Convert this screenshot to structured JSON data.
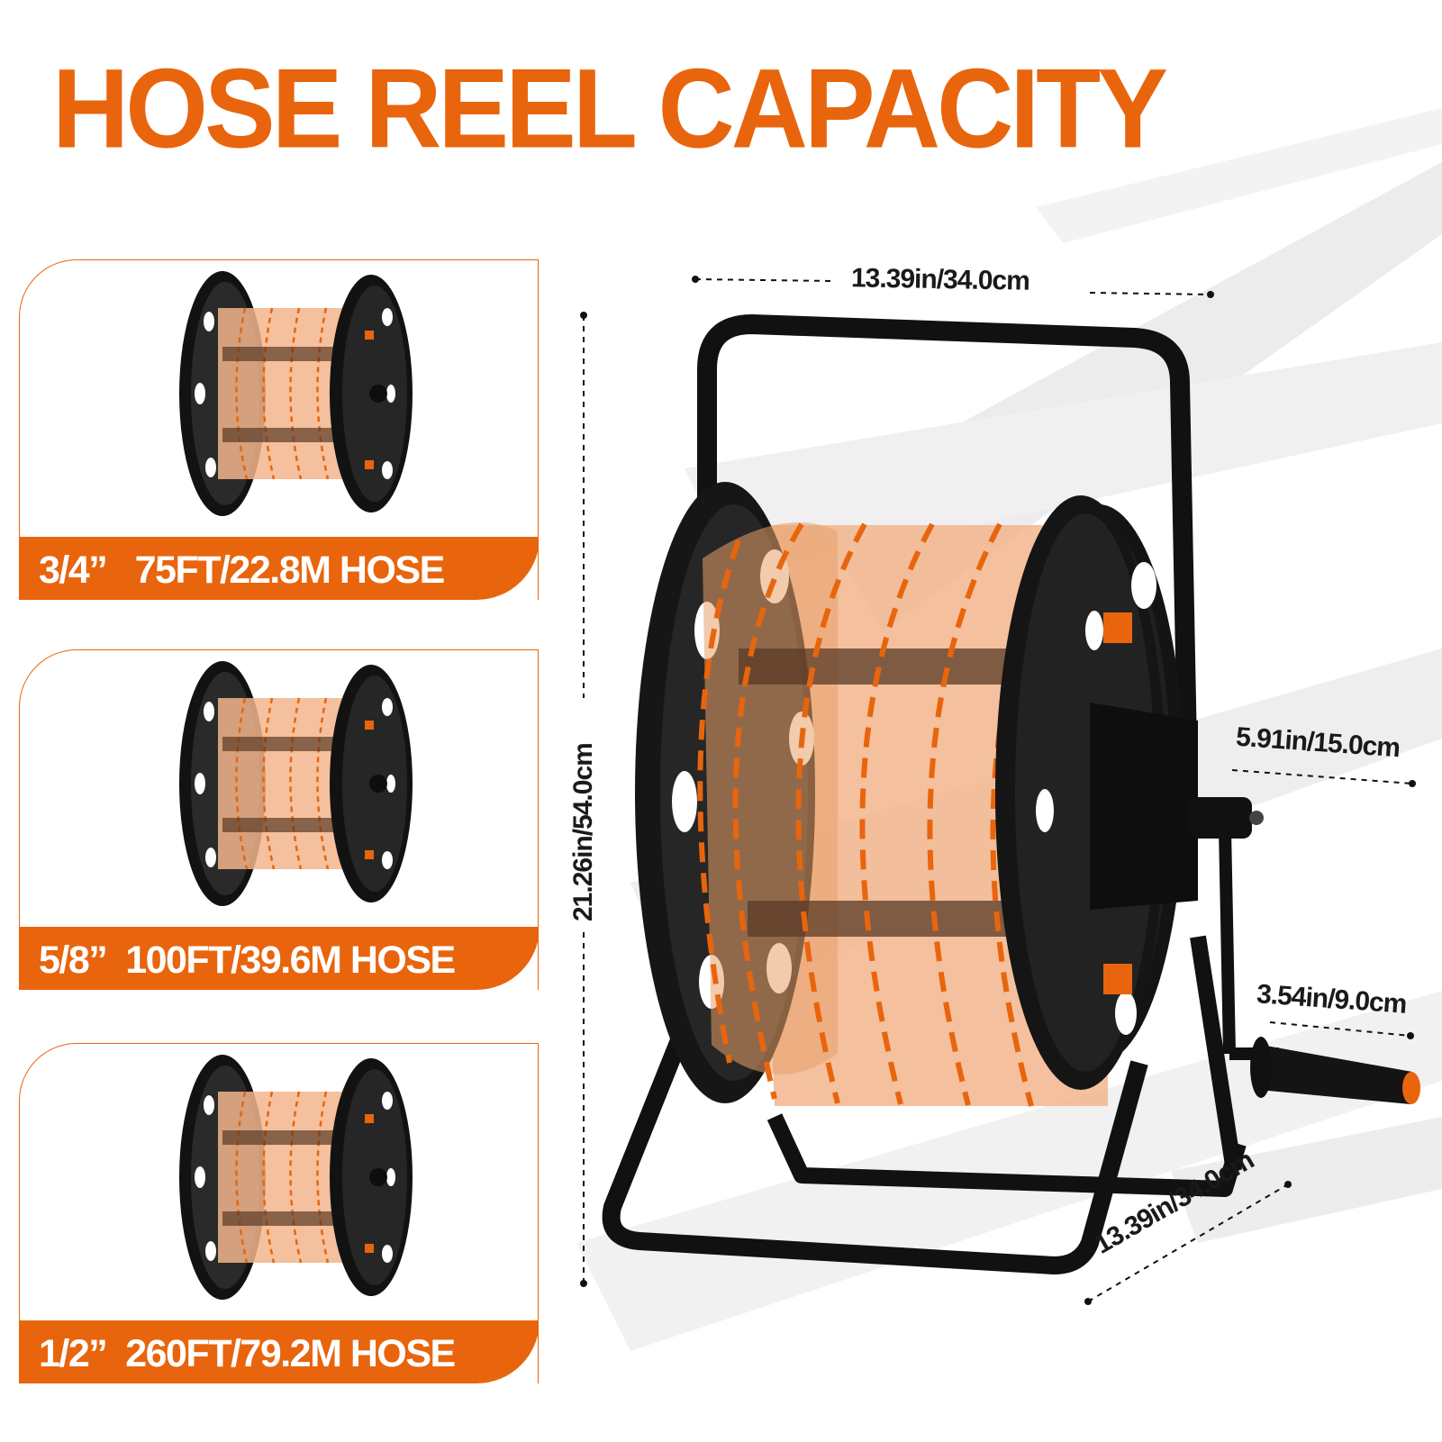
{
  "title": "HOSE REEL CAPACITY",
  "colors": {
    "accent": "#E8650D",
    "hose_fill": "#F2B58C",
    "frame": "#111111"
  },
  "capacities": [
    {
      "size": "3/4”",
      "length": "75FT/22.8M HOSE"
    },
    {
      "size": "5/8”",
      "length": "100FT/39.6M HOSE"
    },
    {
      "size": "1/2”",
      "length": "260FT/79.2M HOSE"
    }
  ],
  "dimensions": {
    "width": "13.39in/34.0cm",
    "height": "21.26in/54.0cm",
    "hub_depth": "5.91in/15.0cm",
    "handle_length": "3.54in/9.0cm",
    "base_depth": "13.39in/34.0cm"
  }
}
